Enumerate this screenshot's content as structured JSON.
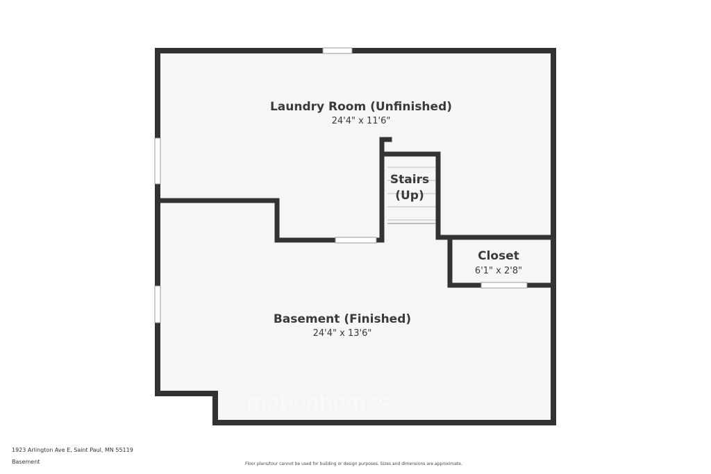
{
  "colors": {
    "wall": "#333333",
    "floor": "#f6f6f6",
    "window": "#ffffff"
  },
  "rooms": {
    "laundry": {
      "name": "Laundry Room (Unfinished)",
      "dims": "24'4\" x 11'6\""
    },
    "stairs": {
      "line1": "Stairs",
      "line2": "(Up)"
    },
    "closet": {
      "name": "Closet",
      "dims": "6'1\" x 2'8\""
    },
    "basement": {
      "name": "Basement (Finished)",
      "dims": "24'4\" x 13'6\""
    }
  },
  "footer": {
    "address": "1923 Arlington Ave E, Saint Paul, MN 55119",
    "level": "Basement",
    "disclaimer": "Floor plans/tour cannot be used for building or design purposes. Sizes and dimensions are approximate."
  }
}
